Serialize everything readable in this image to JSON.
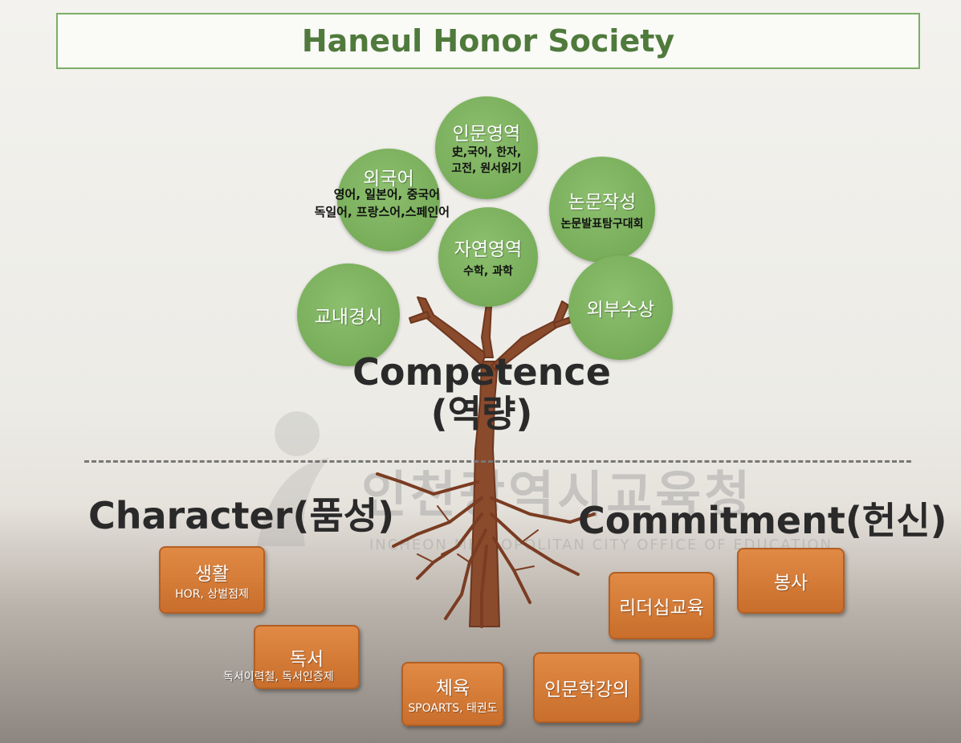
{
  "title": "Haneul Honor Society",
  "competence": {
    "line1": "Competence",
    "line2": "(역량)"
  },
  "character_label": "Character(품성)",
  "commitment_label": "Commitment(헌신)",
  "watermark": {
    "text": "인천광역시교육청",
    "sub": "INCHEON METROPOLITAN CITY OFFICE OF EDUCATION"
  },
  "circles": {
    "humanities": {
      "title": "인문영역",
      "sub1": "史,국어, 한자,",
      "sub2": "고전, 원서읽기"
    },
    "foreign_language": {
      "title": "외국어",
      "sub1": "영어, 일본어, 중국어",
      "sub2": "독일어, 프랑스어,스페인어"
    },
    "thesis": {
      "title": "논문작성",
      "sub1": "논문발표탐구대회"
    },
    "natural_science": {
      "title": "자연영역",
      "sub1": "수학, 과학"
    },
    "school_competition": {
      "title": "교내경시"
    },
    "external_awards": {
      "title": "외부수상"
    }
  },
  "boxes": {
    "life": {
      "title": "생활",
      "sub": "HOR, 상벌점제"
    },
    "reading": {
      "title": "독서",
      "sub": "독서이력철, 독서인증제"
    },
    "sports": {
      "title": "체육",
      "sub": "SPOARTS, 태권도"
    },
    "humanities_lecture": {
      "title": "인문학강의"
    },
    "leadership": {
      "title": "리더십교육"
    },
    "volunteer": {
      "title": "봉사"
    }
  },
  "colors": {
    "leaf_green": "#78ad5a",
    "box_orange": "#d57a36",
    "title_green": "#4f7a3c",
    "trunk_brown": "#8a4a2c"
  }
}
